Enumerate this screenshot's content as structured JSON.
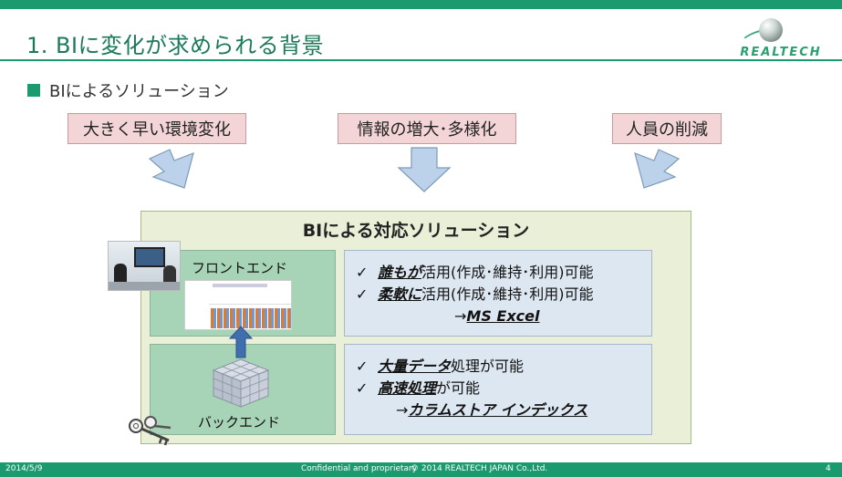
{
  "slide": {
    "title": "1. BIに変化が求められる背景",
    "subheading": "BIによるソリューション",
    "logo_text": "REALTECH"
  },
  "drivers": [
    {
      "label": "大きく早い環境変化"
    },
    {
      "label": "情報の増大･多様化"
    },
    {
      "label": "人員の削減"
    }
  ],
  "solution": {
    "title": "BIによる対応ソリューション",
    "frontend": {
      "label": "フロントエンド",
      "lines": [
        {
          "check": "✓",
          "emph": "誰もが",
          "rest": "活用(作成･維持･利用)可能"
        },
        {
          "check": "✓",
          "emph": "柔軟に",
          "rest": "活用(作成･維持･利用)可能"
        }
      ],
      "result_arrow": "→",
      "result": "MS Excel"
    },
    "backend": {
      "label": "バックエンド",
      "lines": [
        {
          "check": "✓",
          "emph": "大量データ",
          "rest": "処理が可能"
        },
        {
          "check": "✓",
          "emph": "高速処理",
          "rest": "が可能"
        }
      ],
      "result_arrow": "→",
      "result": "カラムストア インデックス"
    }
  },
  "footer": {
    "date": "2014/5/9",
    "confidential": "Confidential and proprietary",
    "copyright": "© 2014 REALTECH JAPAN Co.,Ltd.",
    "page": "4"
  },
  "colors": {
    "accent": "#1a9a6e",
    "pink": "#f4d5d7",
    "outer": "#eaf0d8",
    "green": "#a7d3b6",
    "blue": "#dde7f1"
  }
}
